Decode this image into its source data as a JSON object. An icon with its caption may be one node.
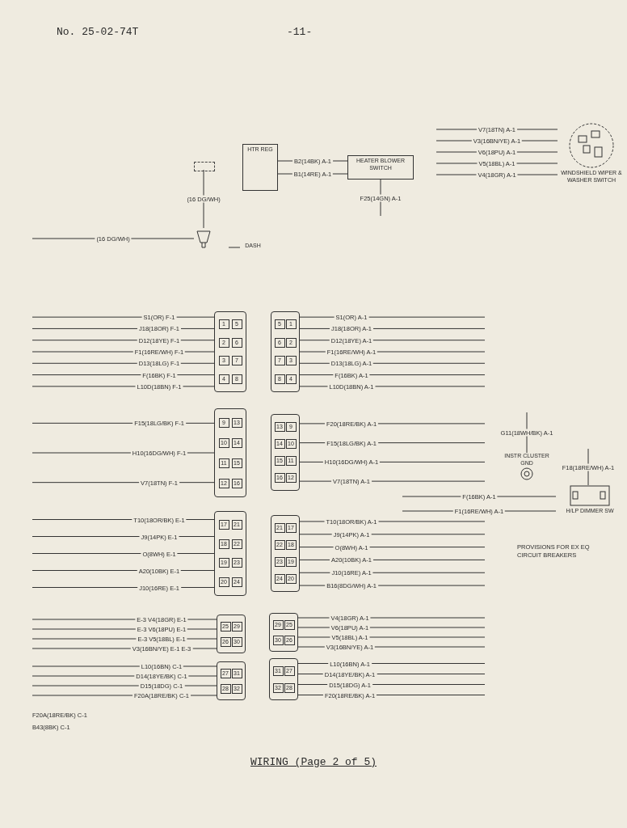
{
  "diagram": {
    "caption": "WIRING (Page 2 of 5)",
    "nodes": [
      {
        "text": [
          "HTR REG"
        ]
      },
      {
        "text": [
          "HEATER BLOWER SWITCH"
        ]
      },
      {
        "text": [
          "WINDSHIELD WIPER & WASHER SWITCH"
        ]
      },
      {
        "text": [],
        "shape": "box"
      },
      {
        "text": [],
        "shape": "picture"
      },
      {
        "text": [
          "DASH"
        ]
      },
      {
        "text": [
          "INSTR CLUSTER GND"
        ]
      },
      {
        "text": [
          "H/LP DIMMER SW"
        ]
      },
      {
        "text": [
          "1",
          "5",
          "2",
          "6",
          "3",
          "7",
          "4",
          "8"
        ]
      },
      {
        "text": [
          "5",
          "1",
          "6",
          "2",
          "7",
          "3",
          "8",
          "4"
        ]
      },
      {
        "text": [
          "9",
          "13",
          "10",
          "14",
          "11",
          "15",
          "12",
          "16"
        ]
      },
      {
        "text": [
          "13",
          "9",
          "14",
          "10",
          "15",
          "11",
          "16",
          "12"
        ]
      },
      {
        "text": [
          "17",
          "21",
          "18",
          "22",
          "19",
          "23",
          "20",
          "24"
        ]
      },
      {
        "text": [
          "21",
          "17",
          "22",
          "18",
          "23",
          "19",
          "24",
          "20"
        ]
      },
      {
        "text": [
          "25",
          "29",
          "26",
          "30"
        ]
      },
      {
        "text": [
          "29",
          "25",
          "30",
          "26"
        ]
      },
      {
        "text": [
          "27",
          "31",
          "28",
          "32"
        ]
      },
      {
        "text": [
          "31",
          "27",
          "32",
          "28"
        ]
      }
    ],
    "edges": [
      {
        "from": 0,
        "to": 1,
        "arrow": "none",
        "label": "B2(14BK) A-1"
      },
      {
        "from": 0,
        "to": 1,
        "arrow": "none",
        "label": "B1(14RE) A-1"
      },
      {
        "from": 1,
        "to": null,
        "arrow": "none",
        "label": "F25(14GN) A-1"
      },
      {
        "from": 3,
        "to": 4,
        "arrow": "none",
        "label": "(16 DG/WH)"
      },
      {
        "from": null,
        "to": 4,
        "arrow": "none",
        "label": "(16 DG/WH)"
      },
      {
        "from": 5,
        "to": null,
        "arrow": "none"
      },
      {
        "from": 2,
        "to": null,
        "arrow": "none",
        "label": "V7(18TN) A-1"
      },
      {
        "from": 2,
        "to": null,
        "arrow": "none",
        "label": "V3(16BN/YE) A-1"
      },
      {
        "from": 2,
        "to": null,
        "arrow": "none",
        "label": "V6(18PU) A-1"
      },
      {
        "from": 2,
        "to": null,
        "arrow": "none",
        "label": "V5(18BL) A-1"
      },
      {
        "from": 2,
        "to": null,
        "arrow": "none",
        "label": "V4(18GR) A-1"
      },
      {
        "from": null,
        "to": 6,
        "arrow": "none",
        "label": "G11(18WH/BK) A-1"
      },
      {
        "from": null,
        "to": 7,
        "arrow": "none",
        "label": "F(16BK) A-1"
      },
      {
        "from": null,
        "to": 7,
        "arrow": "none",
        "label": "F1(16RE/WH) A-1"
      },
      {
        "from": null,
        "to": 7,
        "arrow": "none",
        "label": "F18(18RE/WH) A-1"
      },
      {
        "from": null,
        "to": 8,
        "arrow": "none",
        "label": "S1(OR) F-1"
      },
      {
        "from": null,
        "to": 8,
        "arrow": "none",
        "label": "J18(18OR) F-1"
      },
      {
        "from": null,
        "to": 8,
        "arrow": "none",
        "label": "D12(18YE) F-1"
      },
      {
        "from": null,
        "to": 8,
        "arrow": "none",
        "label": "F1(16RE/WH) F-1"
      },
      {
        "from": null,
        "to": 8,
        "arrow": "none",
        "label": "D13(18LG) F-1"
      },
      {
        "from": null,
        "to": 8,
        "arrow": "none",
        "label": "F(16BK) F-1"
      },
      {
        "from": null,
        "to": 8,
        "arrow": "none",
        "label": "L10D(18BN) F-1"
      },
      {
        "from": 9,
        "to": null,
        "arrow": "none",
        "label": "S1(OR) A-1"
      },
      {
        "from": 9,
        "to": null,
        "arrow": "none",
        "label": "J18(18OR) A-1"
      },
      {
        "from": 9,
        "to": null,
        "arrow": "none",
        "label": "D12(18YE) A-1"
      },
      {
        "from": 9,
        "to": null,
        "arrow": "none",
        "label": "F1(16RE/WH) A-1"
      },
      {
        "from": 9,
        "to": null,
        "arrow": "none",
        "label": "D13(18LG) A-1"
      },
      {
        "from": 9,
        "to": null,
        "arrow": "none",
        "label": "F(16BK) A-1"
      },
      {
        "from": 9,
        "to": null,
        "arrow": "none",
        "label": "L10D(18BN) A-1"
      },
      {
        "from": null,
        "to": 10,
        "arrow": "none",
        "label": "F15(18LG/BK) F-1"
      },
      {
        "from": null,
        "to": 10,
        "arrow": "none",
        "label": "H10(16DG/WH) F-1"
      },
      {
        "from": null,
        "to": 10,
        "arrow": "none",
        "label": "V7(18TN) F-1"
      },
      {
        "from": 11,
        "to": null,
        "arrow": "none",
        "label": "F20(18RE/BK) A-1"
      },
      {
        "from": 11,
        "to": null,
        "arrow": "none",
        "label": "F15(18LG/BK) A-1"
      },
      {
        "from": 11,
        "to": null,
        "arrow": "none",
        "label": "H10(16DG/WH) A-1"
      },
      {
        "from": 11,
        "to": null,
        "arrow": "none",
        "label": "V7(18TN) A-1"
      },
      {
        "from": null,
        "to": 12,
        "arrow": "none",
        "label": "T10(18OR/BK) E-1"
      },
      {
        "from": null,
        "to": 12,
        "arrow": "none",
        "label": "J9(14PK) E-1"
      },
      {
        "from": null,
        "to": 12,
        "arrow": "none",
        "label": "O(8WH) E-1"
      },
      {
        "from": null,
        "to": 12,
        "arrow": "none",
        "label": "A20(10BK) E-1"
      },
      {
        "from": null,
        "to": 12,
        "arrow": "none",
        "label": "J10(16RE) E-1"
      },
      {
        "from": 13,
        "to": null,
        "arrow": "none",
        "label": "T10(18OR/BK) A-1"
      },
      {
        "from": 13,
        "to": null,
        "arrow": "none",
        "label": "J9(14PK) A-1"
      },
      {
        "from": 13,
        "to": null,
        "arrow": "none",
        "label": "O(8WH) A-1"
      },
      {
        "from": 13,
        "to": null,
        "arrow": "none",
        "label": "A20(10BK) A-1"
      },
      {
        "from": 13,
        "to": null,
        "arrow": "none",
        "label": "J10(16RE) A-1"
      },
      {
        "from": 13,
        "to": null,
        "arrow": "none",
        "label": "B16(8DG/WH) A-1"
      },
      {
        "from": null,
        "to": 14,
        "arrow": "none",
        "label": "E-3 V4(18GR) E-1"
      },
      {
        "from": null,
        "to": 14,
        "arrow": "none",
        "label": "E-3 V6(18PU) E-1"
      },
      {
        "from": null,
        "to": 14,
        "arrow": "none",
        "label": "E-3 V5(18BL) E-1"
      },
      {
        "from": null,
        "to": 14,
        "arrow": "none",
        "label": "V3(16BN/YE) E-1 E-3"
      },
      {
        "from": 15,
        "to": null,
        "arrow": "none",
        "label": "V4(18GR) A-1"
      },
      {
        "from": 15,
        "to": null,
        "arrow": "none",
        "label": "V6(18PU) A-1"
      },
      {
        "from": 15,
        "to": null,
        "arrow": "none",
        "label": "V5(18BL) A-1"
      },
      {
        "from": 15,
        "to": null,
        "arrow": "none",
        "label": "V3(16BN/YE) A-1"
      },
      {
        "from": null,
        "to": 16,
        "arrow": "none",
        "label": "L10(16BN) C-1"
      },
      {
        "from": null,
        "to": 16,
        "arrow": "none",
        "label": "D14(18YE/BK) C-1"
      },
      {
        "from": null,
        "to": 16,
        "arrow": "none",
        "label": "D15(18DG) C-1"
      },
      {
        "from": null,
        "to": 16,
        "arrow": "none",
        "label": "F20A(18RE/BK) C-1"
      },
      {
        "from": 17,
        "to": null,
        "arrow": "none",
        "label": "L10(16BN) A-1"
      },
      {
        "from": 17,
        "to": null,
        "arrow": "none",
        "label": "D14(18YE/BK) A-1"
      },
      {
        "from": 17,
        "to": null,
        "arrow": "none",
        "label": "D15(18DG) A-1"
      },
      {
        "from": 17,
        "to": null,
        "arrow": "none",
        "label": "F20(18RE/BK) A-1"
      }
    ],
    "labels": [
      "No. 25-02-74T",
      "-11-",
      "PROVISIONS FOR EX EQ CIRCUIT BREAKERS",
      "F20A(18RE/BK) C-1",
      "B43(8BK) C-1"
    ]
  }
}
